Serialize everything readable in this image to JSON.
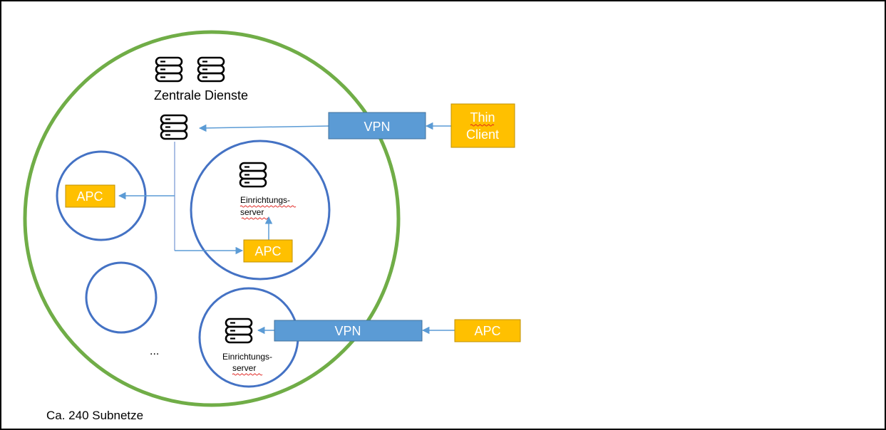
{
  "central": {
    "label": "Zentrale Dienste"
  },
  "boxes": {
    "vpn_top": "VPN",
    "thin_client_line1": "Thin",
    "thin_client_line2": "Client",
    "apc_left": "APC",
    "apc_middle": "APC",
    "vpn_bottom": "VPN",
    "apc_right": "APC"
  },
  "servers": {
    "einrichtung_top_line1": "Einrichtungs-",
    "einrichtung_top_line2": "server",
    "einrichtung_bottom_line1": "Einrichtungs-",
    "einrichtung_bottom_line2": "server"
  },
  "ellipsis": "...",
  "footer": {
    "subnets_label": "Ca. 240 Subnetze"
  },
  "colors": {
    "outer_circle": "#70ad47",
    "subnet_circle": "#4472c4",
    "vpn_fill": "#5b9bd5",
    "apc_fill": "#ffc000",
    "arrow": "#5b9bd5",
    "connector": "#8faadc"
  },
  "icons": [
    "server-stack-icon"
  ]
}
